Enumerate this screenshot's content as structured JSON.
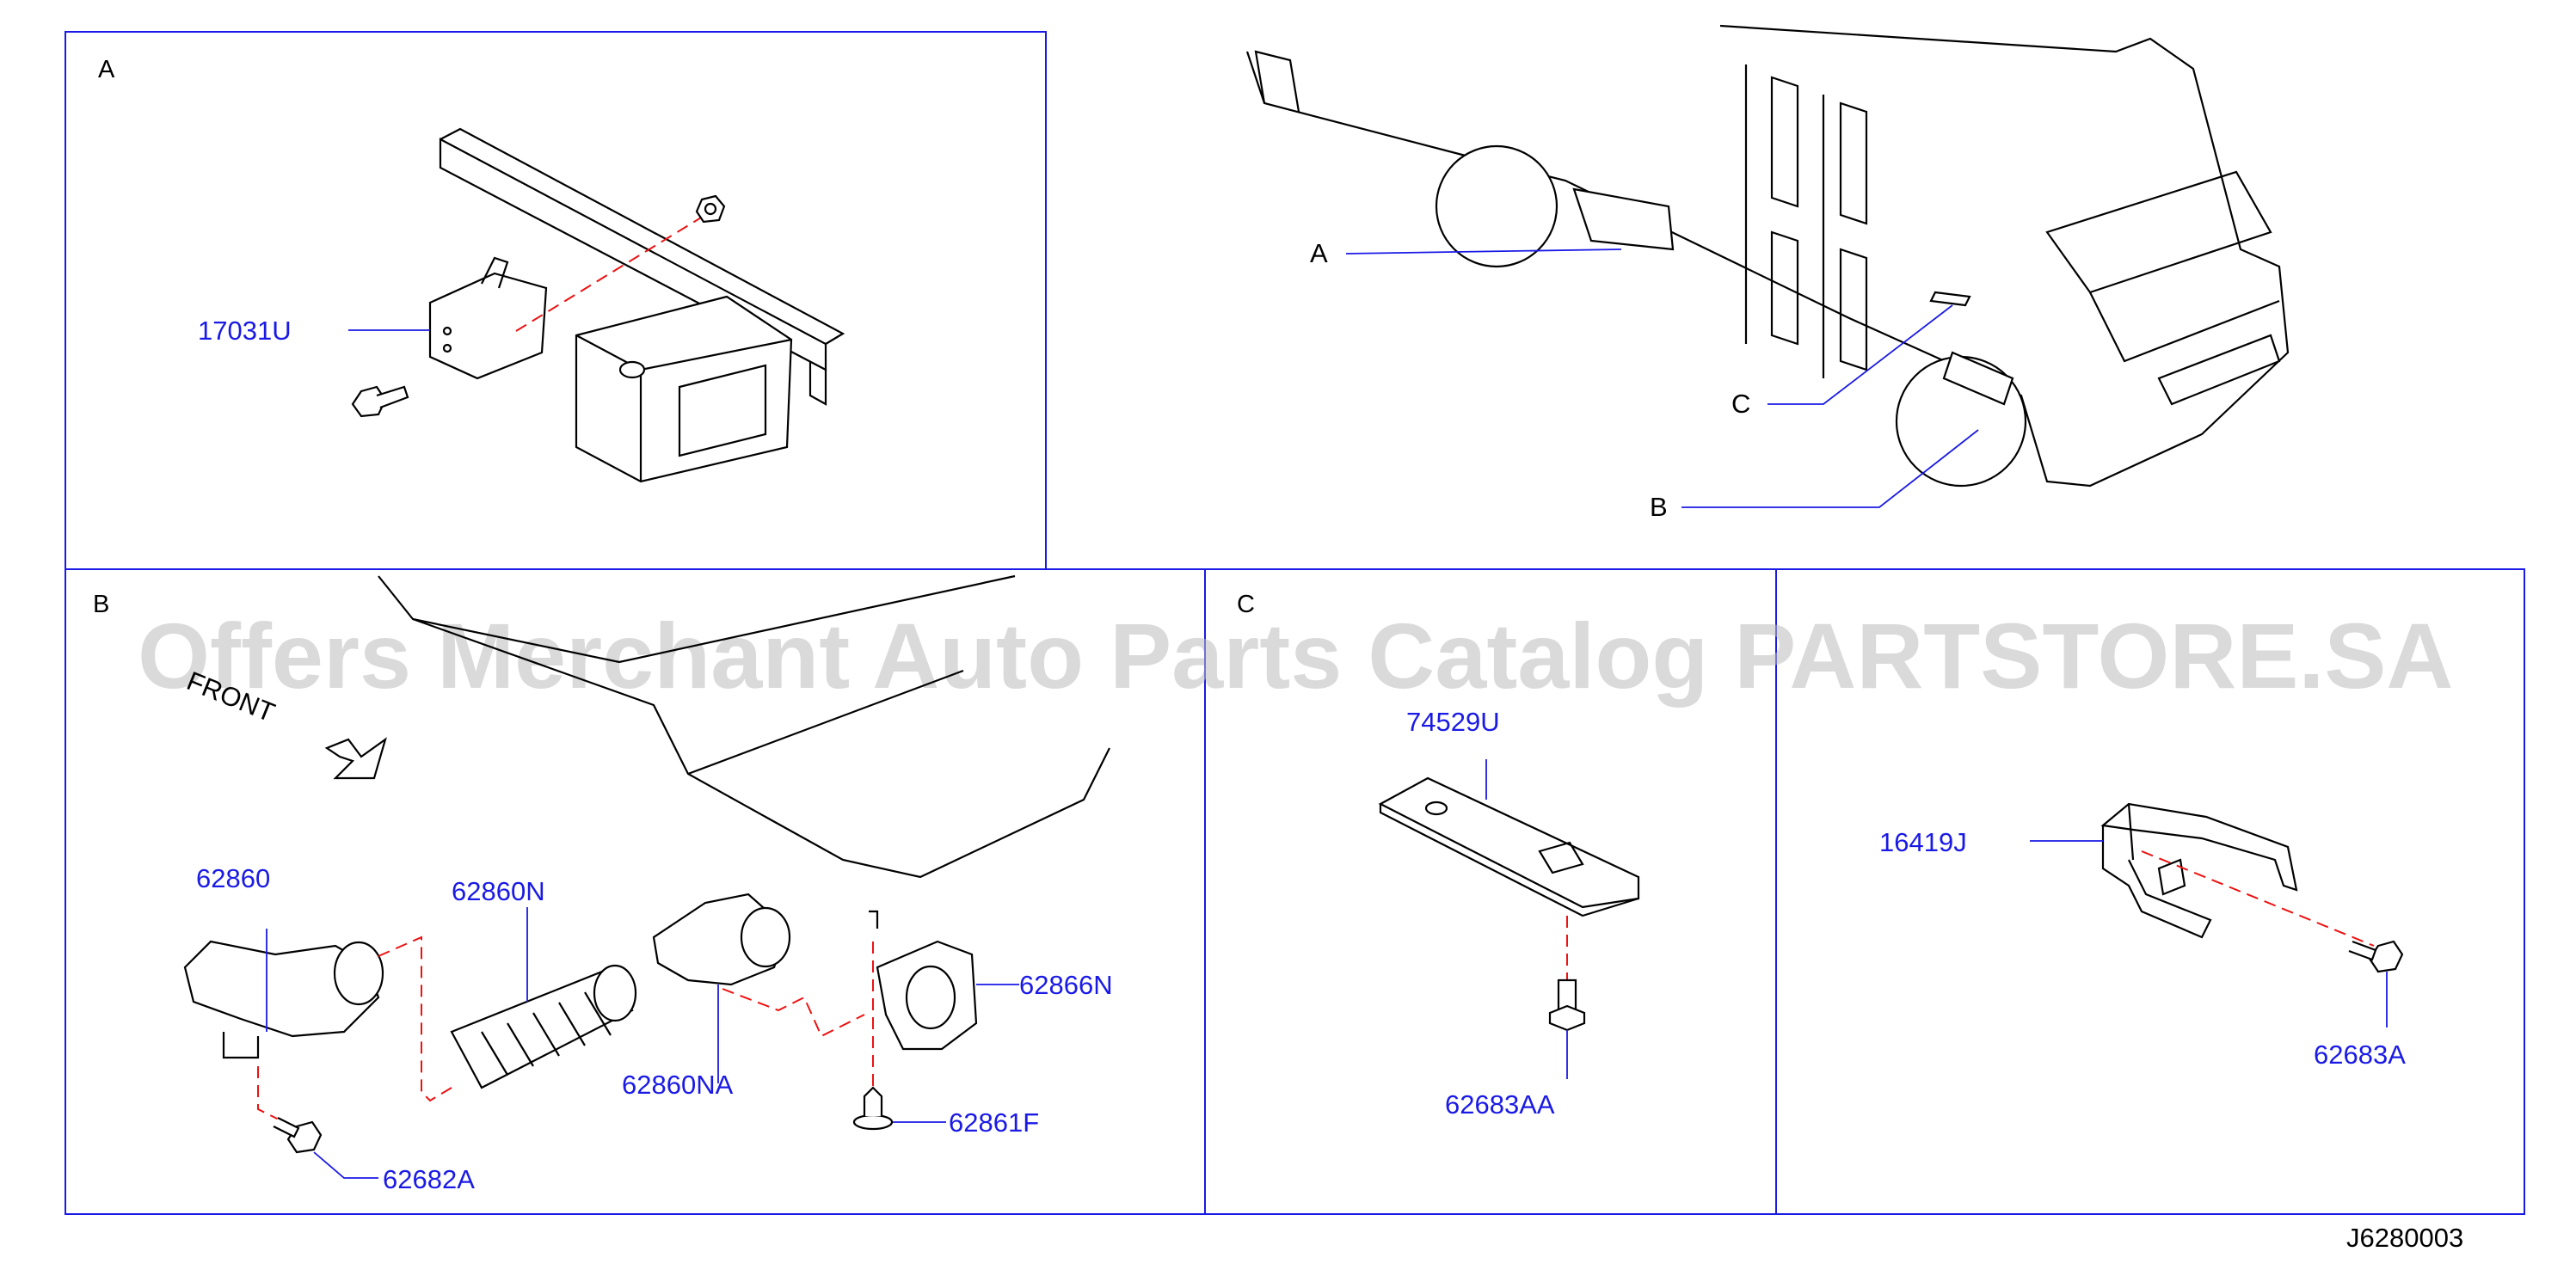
{
  "sections": {
    "a": "A",
    "b": "B",
    "c": "C"
  },
  "overview": {
    "a": "A",
    "b": "B",
    "c": "C"
  },
  "parts": {
    "p17031U": "17031U",
    "p62860": "62860",
    "p62860N": "62860N",
    "p62860NA": "62860NA",
    "p62866N": "62866N",
    "p62861F": "62861F",
    "p62682A": "62682A",
    "p74529U": "74529U",
    "p62683AA": "62683AA",
    "p16419J": "16419J",
    "p62683A": "62683A"
  },
  "front_label": "FRONT",
  "watermark": "Offers Merchant Auto Parts Catalog PARTSTORE.SA",
  "diagram_code": "J6280003",
  "colors": {
    "label": "#1a1ae6",
    "frame": "#1a1ae6",
    "leader_dash": "#e11111",
    "line": "#000000"
  }
}
